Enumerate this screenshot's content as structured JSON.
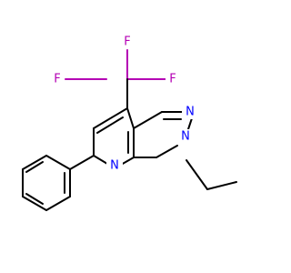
{
  "molecule": {
    "atoms": {
      "n1": "N",
      "n2": "N",
      "n_pyridine": "N",
      "f1": "F",
      "f2": "F",
      "f3": "F"
    },
    "colors": {
      "nitrogen": "#0000ff",
      "fluorine": "#b400b4",
      "carbon": "#000000"
    }
  }
}
